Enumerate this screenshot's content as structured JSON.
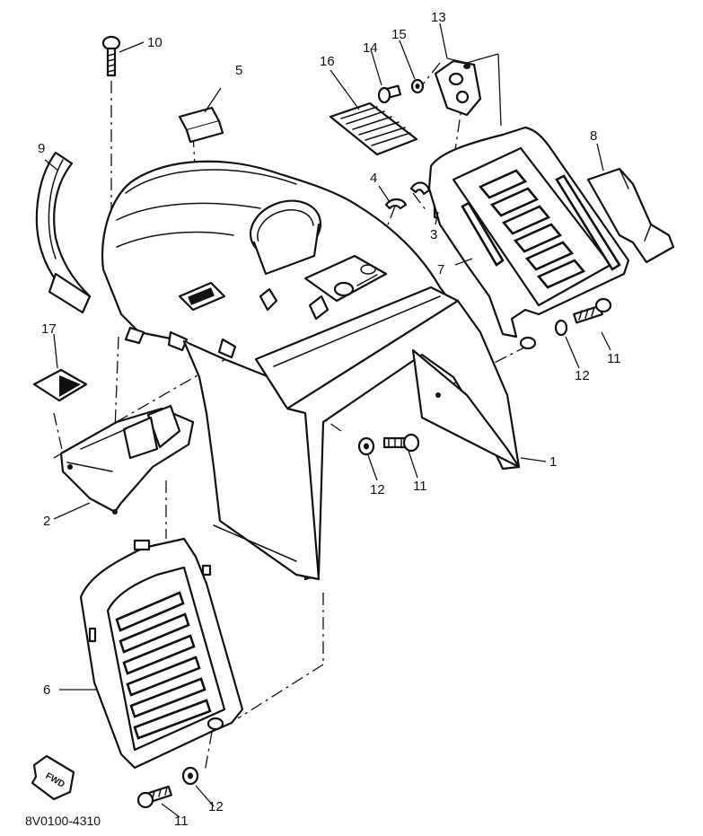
{
  "callouts": {
    "c1": "1",
    "c2": "2",
    "c3": "3",
    "c4": "4",
    "c5": "5",
    "c6": "6",
    "c7": "7",
    "c8": "8",
    "c9": "9",
    "c10": "10",
    "c11a": "11",
    "c11b": "11",
    "c11c": "11",
    "c12a": "12",
    "c12b": "12",
    "c12c": "12",
    "c13": "13",
    "c14": "14",
    "c15": "15",
    "c16": "16",
    "c17": "17"
  },
  "fwd_badge": "FWD",
  "diagram_code": "8V0100-4310"
}
